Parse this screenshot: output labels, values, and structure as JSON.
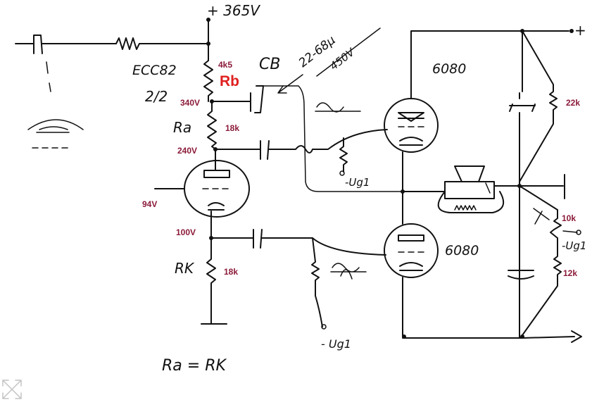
{
  "supply": "+ 365V",
  "tube_driver": "ECC82",
  "tube_driver_section": "2/2",
  "r_b_value": "4k5",
  "r_b_label": "Rb",
  "cap_label": "CB",
  "cap_value": "22-68µ",
  "cap_voltage": "450V",
  "v_340": "340V",
  "v_240": "240V",
  "v_94": "94V",
  "v_100": "100V",
  "r_a_label": "Ra",
  "r_a_value": "18k",
  "r_k_label": "RK",
  "r_k_value": "18k",
  "tube_out_top": "6080",
  "tube_out_bottom": "6080",
  "bias_top": "-Ug1",
  "bias_bottom": "- Ug1",
  "bias_right": "-Ug1",
  "r_22k": "22k",
  "r_10k": "10k",
  "r_12k": "12k",
  "plus_sign": "+",
  "equation": "Ra = RK"
}
